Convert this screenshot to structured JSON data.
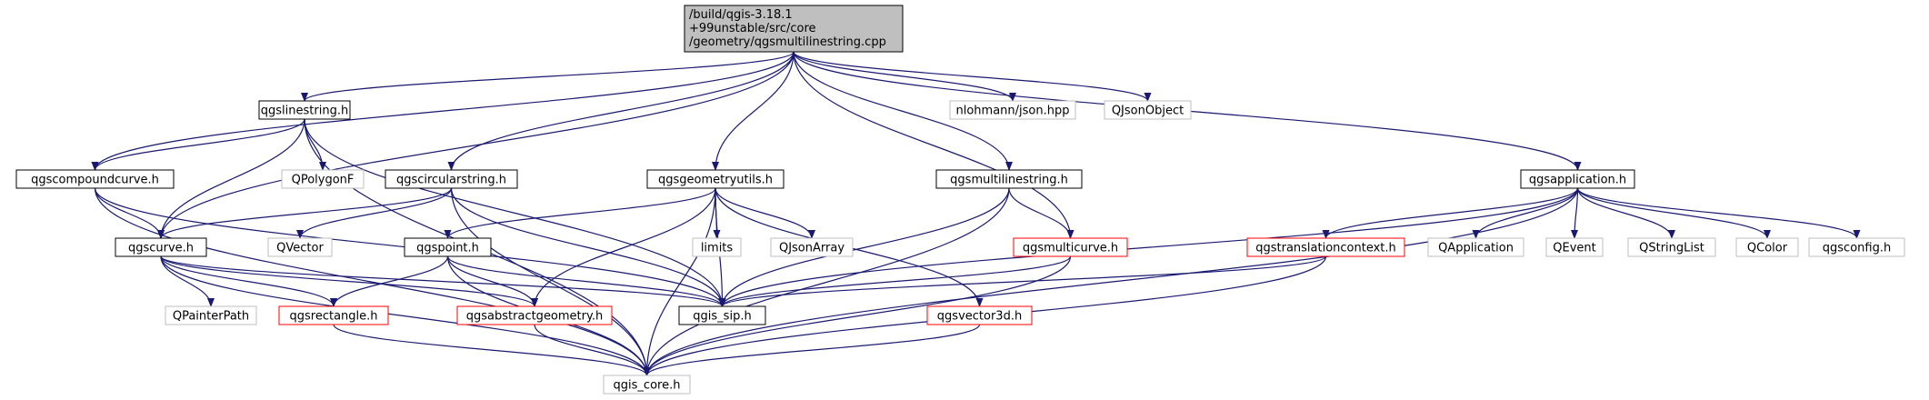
{
  "nodes": [
    {
      "id": "root",
      "lines": [
        "/build/qgis-3.18.1",
        "+99unstable/src/core",
        "/geometry/qgsmultilinestring.cpp"
      ],
      "style": "root"
    },
    {
      "id": "linestring",
      "lines": [
        "qgslinestring.h"
      ],
      "style": "black"
    },
    {
      "id": "compoundcurve",
      "lines": [
        "qgscompoundcurve.h"
      ],
      "style": "black"
    },
    {
      "id": "polygonf",
      "lines": [
        "QPolygonF"
      ],
      "style": "gray"
    },
    {
      "id": "circularstring",
      "lines": [
        "qgscircularstring.h"
      ],
      "style": "black"
    },
    {
      "id": "geometryutils",
      "lines": [
        "qgsgeometryutils.h"
      ],
      "style": "black"
    },
    {
      "id": "multilinestring",
      "lines": [
        "qgsmultilinestring.h"
      ],
      "style": "black"
    },
    {
      "id": "json",
      "lines": [
        "nlohmann/json.hpp"
      ],
      "style": "gray"
    },
    {
      "id": "qjsonobject",
      "lines": [
        "QJsonObject"
      ],
      "style": "gray"
    },
    {
      "id": "application",
      "lines": [
        "qgsapplication.h"
      ],
      "style": "black"
    },
    {
      "id": "curve",
      "lines": [
        "qgscurve.h"
      ],
      "style": "black"
    },
    {
      "id": "qvector",
      "lines": [
        "QVector"
      ],
      "style": "gray"
    },
    {
      "id": "point",
      "lines": [
        "qgspoint.h"
      ],
      "style": "black"
    },
    {
      "id": "limits",
      "lines": [
        "limits"
      ],
      "style": "gray"
    },
    {
      "id": "qjsonarray",
      "lines": [
        "QJsonArray"
      ],
      "style": "gray"
    },
    {
      "id": "multicurve",
      "lines": [
        "qgsmulticurve.h"
      ],
      "style": "red"
    },
    {
      "id": "translationcontext",
      "lines": [
        "qgstranslationcontext.h"
      ],
      "style": "red"
    },
    {
      "id": "qapplication",
      "lines": [
        "QApplication"
      ],
      "style": "gray"
    },
    {
      "id": "qevent",
      "lines": [
        "QEvent"
      ],
      "style": "gray"
    },
    {
      "id": "qstringlist",
      "lines": [
        "QStringList"
      ],
      "style": "gray"
    },
    {
      "id": "qcolor",
      "lines": [
        "QColor"
      ],
      "style": "gray"
    },
    {
      "id": "qgsconfig",
      "lines": [
        "qgsconfig.h"
      ],
      "style": "gray"
    },
    {
      "id": "qpainterpath",
      "lines": [
        "QPainterPath"
      ],
      "style": "gray"
    },
    {
      "id": "rectangle",
      "lines": [
        "qgsrectangle.h"
      ],
      "style": "red"
    },
    {
      "id": "abstractgeometry",
      "lines": [
        "qgsabstractgeometry.h"
      ],
      "style": "red"
    },
    {
      "id": "sip",
      "lines": [
        "qgis_sip.h"
      ],
      "style": "black"
    },
    {
      "id": "vector3d",
      "lines": [
        "qgsvector3d.h"
      ],
      "style": "red"
    },
    {
      "id": "core",
      "lines": [
        "qgis_core.h"
      ],
      "style": "gray"
    }
  ],
  "edges": [
    [
      "root",
      "linestring"
    ],
    [
      "root",
      "compoundcurve"
    ],
    [
      "root",
      "curve"
    ],
    [
      "root",
      "circularstring"
    ],
    [
      "root",
      "geometryutils"
    ],
    [
      "root",
      "multilinestring"
    ],
    [
      "root",
      "multicurve"
    ],
    [
      "root",
      "json"
    ],
    [
      "root",
      "qjsonobject"
    ],
    [
      "root",
      "application"
    ],
    [
      "linestring",
      "compoundcurve"
    ],
    [
      "linestring",
      "curve"
    ],
    [
      "linestring",
      "polygonf"
    ],
    [
      "linestring",
      "sip"
    ],
    [
      "linestring",
      "core"
    ],
    [
      "compoundcurve",
      "curve"
    ],
    [
      "compoundcurve",
      "sip"
    ],
    [
      "compoundcurve",
      "core"
    ],
    [
      "circularstring",
      "curve"
    ],
    [
      "circularstring",
      "qvector"
    ],
    [
      "circularstring",
      "sip"
    ],
    [
      "circularstring",
      "core"
    ],
    [
      "geometryutils",
      "point"
    ],
    [
      "geometryutils",
      "limits"
    ],
    [
      "geometryutils",
      "qjsonarray"
    ],
    [
      "geometryutils",
      "sip"
    ],
    [
      "geometryutils",
      "abstractgeometry"
    ],
    [
      "geometryutils",
      "vector3d"
    ],
    [
      "geometryutils",
      "core"
    ],
    [
      "multilinestring",
      "multicurve"
    ],
    [
      "multilinestring",
      "sip"
    ],
    [
      "multilinestring",
      "core"
    ],
    [
      "application",
      "sip"
    ],
    [
      "application",
      "translationcontext"
    ],
    [
      "application",
      "qapplication"
    ],
    [
      "application",
      "qevent"
    ],
    [
      "application",
      "qstringlist"
    ],
    [
      "application",
      "qcolor"
    ],
    [
      "application",
      "qgsconfig"
    ],
    [
      "application",
      "core"
    ],
    [
      "curve",
      "qpainterpath"
    ],
    [
      "curve",
      "rectangle"
    ],
    [
      "curve",
      "abstractgeometry"
    ],
    [
      "curve",
      "sip"
    ],
    [
      "curve",
      "core"
    ],
    [
      "point",
      "rectangle"
    ],
    [
      "point",
      "abstractgeometry"
    ],
    [
      "point",
      "sip"
    ],
    [
      "point",
      "core"
    ],
    [
      "multicurve",
      "sip"
    ],
    [
      "multicurve",
      "core"
    ],
    [
      "translationcontext",
      "sip"
    ],
    [
      "translationcontext",
      "core"
    ],
    [
      "rectangle",
      "core"
    ],
    [
      "abstractgeometry",
      "core"
    ],
    [
      "vector3d",
      "core"
    ]
  ],
  "colors": {
    "edge": "#191970",
    "root_fill": "#bfbfbf",
    "black_border": "#000000",
    "red_border": "#ff0000",
    "gray_border": "#bfbfbf",
    "text": "#000000"
  }
}
